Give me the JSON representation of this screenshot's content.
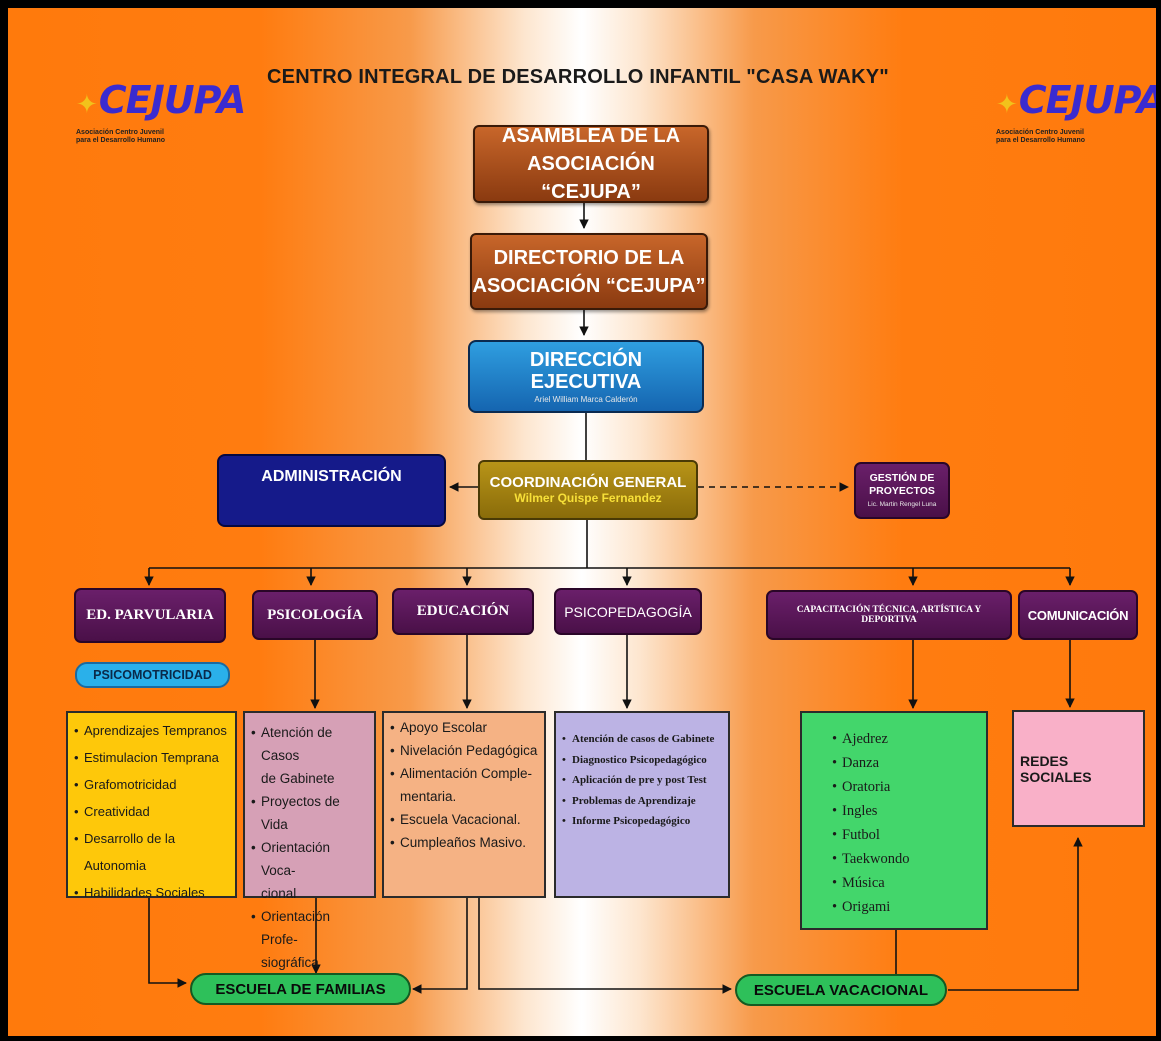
{
  "title": "CENTRO INTEGRAL DE DESARROLLO INFANTIL \"CASA WAKY\"",
  "logo": {
    "mark": "CEJUPA",
    "tagline": [
      "Asociación Centro Juvenil",
      "para el Desarrollo Humano"
    ]
  },
  "asamblea": [
    "ASAMBLEA DE LA",
    "ASOCIACIÓN “CEJUPA”"
  ],
  "directorio": [
    "DIRECTORIO DE LA",
    "ASOCIACIÓN “CEJUPA”"
  ],
  "direccion": {
    "title": [
      "DIRECCIÓN",
      "EJECUTIVA"
    ],
    "person": "Ariel William Marca Calderón"
  },
  "administracion": "ADMINISTRACIÓN",
  "coordinacion": {
    "title": "COORDINACIÓN GENERAL",
    "person": "Wilmer Quispe Fernandez"
  },
  "gestion": {
    "title": [
      "GESTIÓN DE",
      "PROYECTOS"
    ],
    "person": "Lic. Martin Rengel Luna"
  },
  "departments": {
    "parvularia": "ED. PARVULARIA",
    "psicologia": "PSICOLOGÍA",
    "educacion": "EDUCACIÓN",
    "psicopedagogia": "PSICOPEDAGOGÍA",
    "capacitacion": "CAPACITACIÓN TÉCNICA, ARTÍSTICA Y DEPORTIVA",
    "comunicacion": "COMUNICACIÓN"
  },
  "psicomotricidad": "PSICOMOTRICIDAD",
  "parvularia_items": [
    "Aprendizajes Tempranos",
    "Estimulacion Temprana",
    "Grafomotricidad",
    "Creatividad",
    "Desarrollo de la Autonomia",
    "Habilidades Sociales"
  ],
  "psicologia_items": [
    [
      "Atención de Casos",
      "de Gabinete"
    ],
    [
      "Proyectos de Vida"
    ],
    [
      "Orientación Voca-",
      "cional"
    ],
    [
      "Orientación Profe-",
      "siográfica"
    ]
  ],
  "educacion_items": [
    [
      "Apoyo Escolar"
    ],
    [
      "Nivelación Pedagógica"
    ],
    [
      "Alimentación Comple-",
      "mentaria."
    ],
    [
      "Escuela Vacacional."
    ],
    [
      "Cumpleaños Masivo."
    ]
  ],
  "psicopedagogia_items": [
    "Atención de casos de Gabinete",
    "Diagnostico Psicopedagógico",
    "Aplicación de pre y post Test",
    "Problemas de Aprendizaje",
    "Informe Psicopedagógico"
  ],
  "capacitacion_items": [
    "Ajedrez",
    "Danza",
    "Oratoria",
    "Ingles",
    "Futbol",
    "Taekwondo",
    "Música",
    "Origami"
  ],
  "redes_sociales": "REDES SOCIALES",
  "escuela_familias": "ESCUELA DE FAMILIAS",
  "escuela_vacacional": "ESCUELA VACACIONAL",
  "colors": {
    "background": "#ff7a0c",
    "brown": "#a34a1a",
    "blue": "#1f7fd0",
    "navy": "#151a8a",
    "olive": "#a6840f",
    "purple": "#5a1858",
    "yellow": "#fec80a",
    "pink": "#d6a0b6",
    "peach": "#f5b284",
    "lilac": "#bcb3e4",
    "green": "#43d66b",
    "rose": "#f9b0c8"
  }
}
